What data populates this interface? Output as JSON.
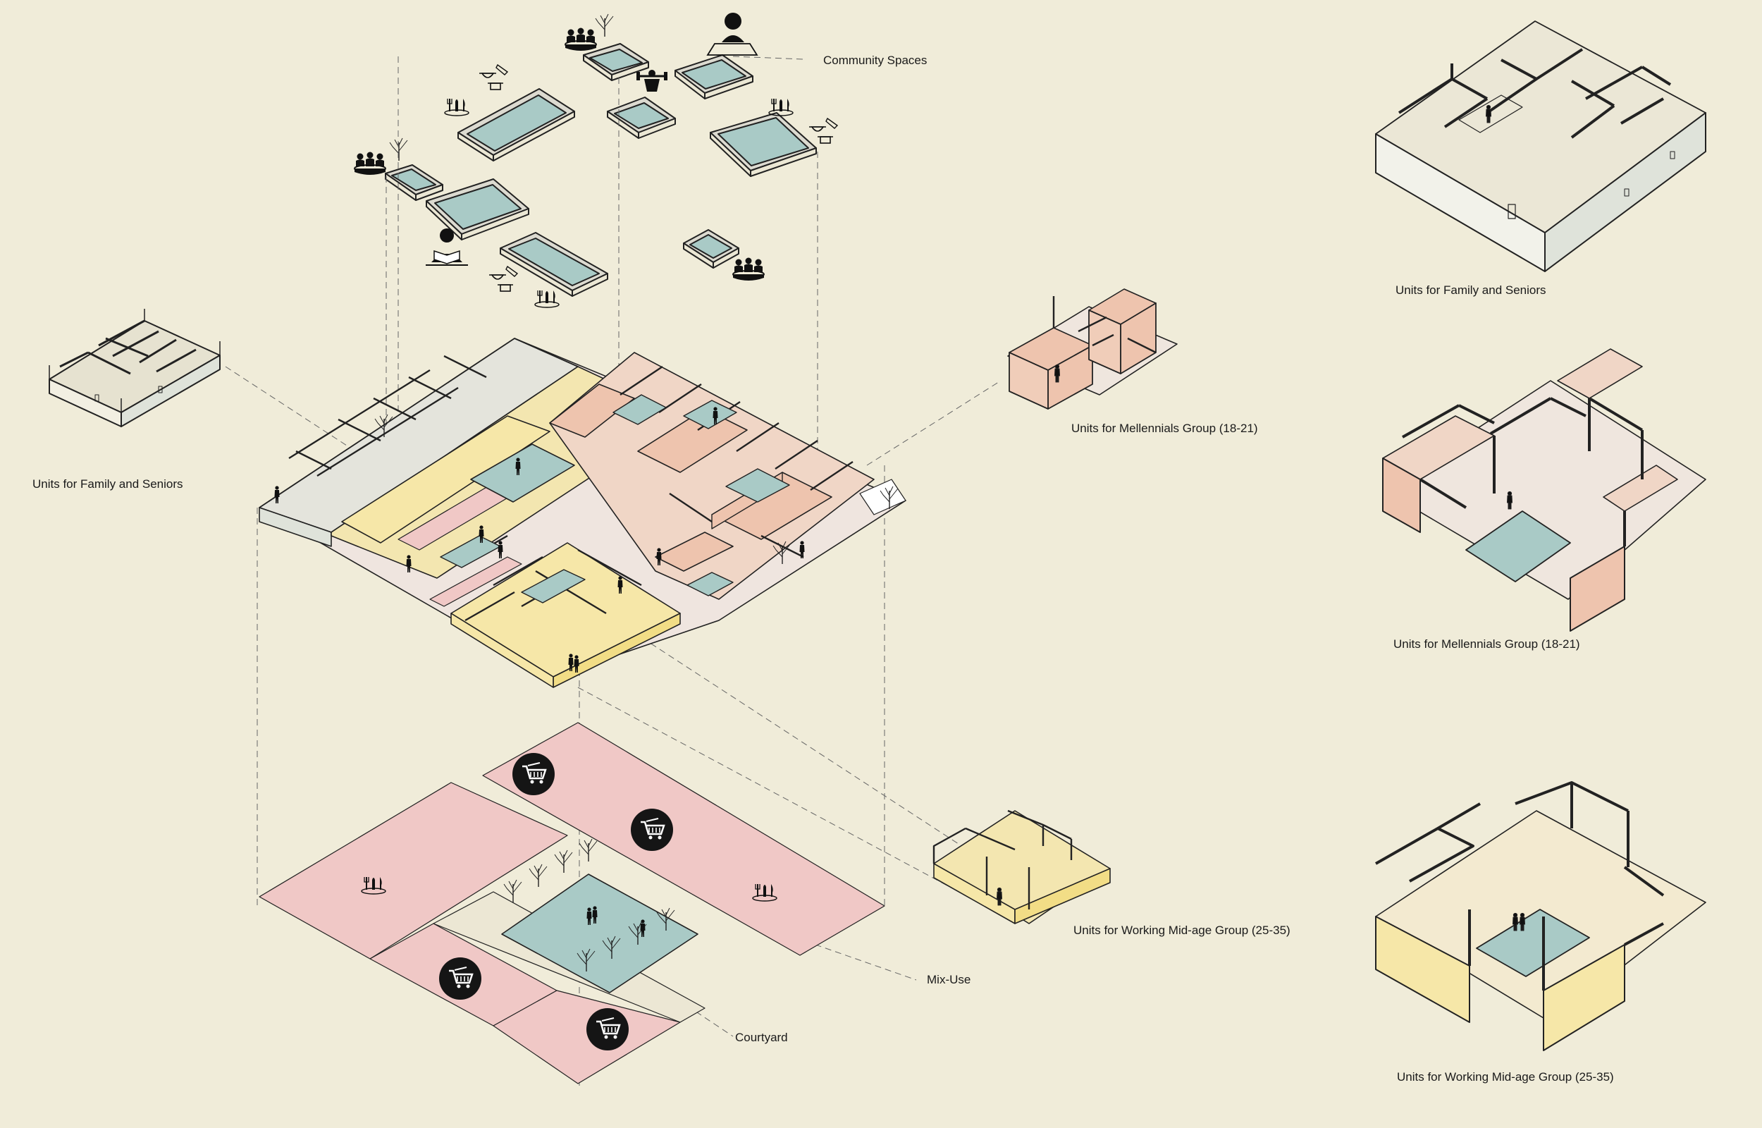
{
  "labels": {
    "community_spaces": "Community Spaces",
    "family_left": "Units for Family and Seniors",
    "millennials_mid": "Units for Mellennials Group (18-21)",
    "working_mid": "Units for Working Mid-age Group (25-35)",
    "mix_use": "Mix-Use",
    "courtyard": "Courtyard",
    "family_right": "Units for Family and Seniors",
    "millennials_right": "Units for Mellennials Group (18-21)",
    "working_right": "Units for Working Mid-age Group (25-35)"
  },
  "colors": {
    "background": "#f0ecd9",
    "pool": "#a9cac6",
    "pink": "#f0c8c6",
    "terracotta": "#eec4ae",
    "yellow": "#f6e7a8",
    "grey_wall": "#dde2d9",
    "ink": "#1f1f1f"
  },
  "icons": [
    "group-table-icon",
    "tree-icon",
    "gardening-icon",
    "fitness-icon",
    "cooking-icon",
    "dining-icon",
    "reading-icon",
    "shopping-cart-icon",
    "person-silhouette-icon"
  ]
}
